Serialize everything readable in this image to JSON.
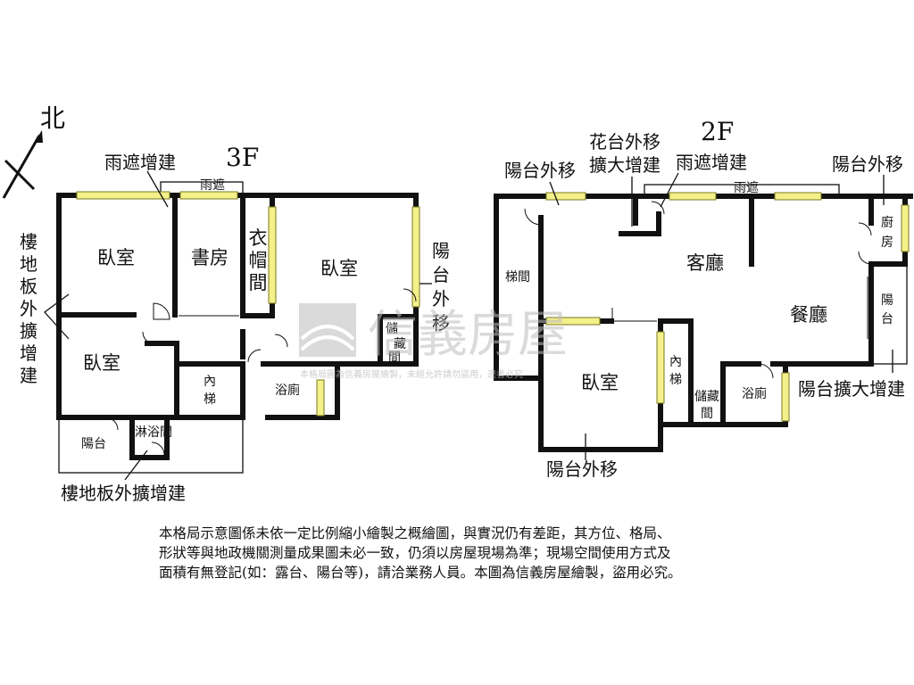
{
  "compass": {
    "label": "北"
  },
  "floors": {
    "f3": "3F",
    "f2": "2F"
  },
  "rooms3f": {
    "bedroom_nw": "臥室",
    "study": "書房",
    "closet": [
      "衣",
      "帽",
      "間"
    ],
    "bedroom_ne": "臥室",
    "bedroom_w": "臥室",
    "stairs": [
      "內",
      "梯"
    ],
    "bath": "浴廁",
    "balcony": "陽台",
    "shower": "淋浴間",
    "storage": [
      "儲",
      "藏",
      "間"
    ],
    "canopy": "雨遮"
  },
  "rooms2f": {
    "stairwell": "梯間",
    "living": "客廳",
    "dining": "餐廳",
    "kitchen": [
      "廚",
      "房"
    ],
    "balcony_e": [
      "陽",
      "台"
    ],
    "bedroom": "臥室",
    "stairs": [
      "內",
      "梯"
    ],
    "storage": [
      "儲藏",
      "間"
    ],
    "bath": "浴廁",
    "canopy": "雨遮"
  },
  "annotations": {
    "canopy_ext_3f": "雨遮增建",
    "floor_ext_v": [
      "樓",
      "地",
      "板",
      "外",
      "擴",
      "增",
      "建"
    ],
    "balcony_move_v": [
      "陽",
      "台",
      "外",
      "移"
    ],
    "floor_ext_bottom": "樓地板外擴增建",
    "balcony_move_2f_left": "陽台外移",
    "planter_move_l1": "花台外移",
    "planter_move_l2": "擴大增建",
    "canopy_ext_2f": "雨遮增建",
    "balcony_move_2f_right": "陽台外移",
    "balcony_expand": "陽台擴大增建",
    "balcony_move_bottom": "陽台外移"
  },
  "watermark": {
    "brand": "信義房屋",
    "notice": "本格局圖為信義房屋繪製，未經允許請勿盜用，違者必究"
  },
  "disclaimer": [
    "本格局示意圖係未依一定比例縮小繪製之概繪圖，與實況仍有差距，其方位、格局、",
    "形狀等與地政機關測量成果圖未必一致，仍須以房屋現場為準；現場空間使用方式及",
    "面積有無登記(如：露台、陽台等)，請洽業務人員。本圖為信義房屋繪製，盜用必究。"
  ],
  "colors": {
    "window": "#f4f08a",
    "wall": "#111111",
    "watermark": "#bcbcbc"
  },
  "icons": {
    "compass": "north-arrow-icon",
    "logo": "sinyi-house-logo-icon"
  }
}
